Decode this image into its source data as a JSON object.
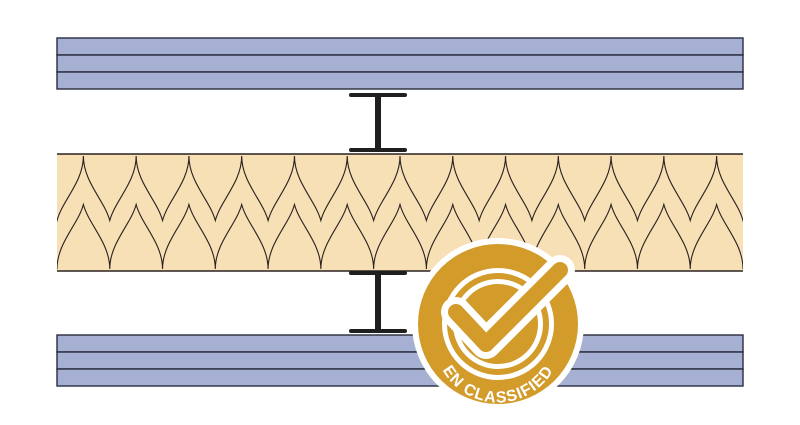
{
  "badge": {
    "label": "EN CLASSIFIED",
    "gold_color": "#d29b2a",
    "ring_color": "#ffffff",
    "text_color": "#ffffff"
  },
  "colors": {
    "board_fill": "#a5b0d2",
    "board_line": "#2a2c3d",
    "insulation_fill": "#f7dfb6",
    "insulation_line": "#2a2220",
    "stud_color": "#1f1f1f",
    "background": "#ffffff"
  },
  "components": {
    "top_board_layers": 3,
    "bottom_board_layers": 3,
    "insulation_lobes": 13
  }
}
